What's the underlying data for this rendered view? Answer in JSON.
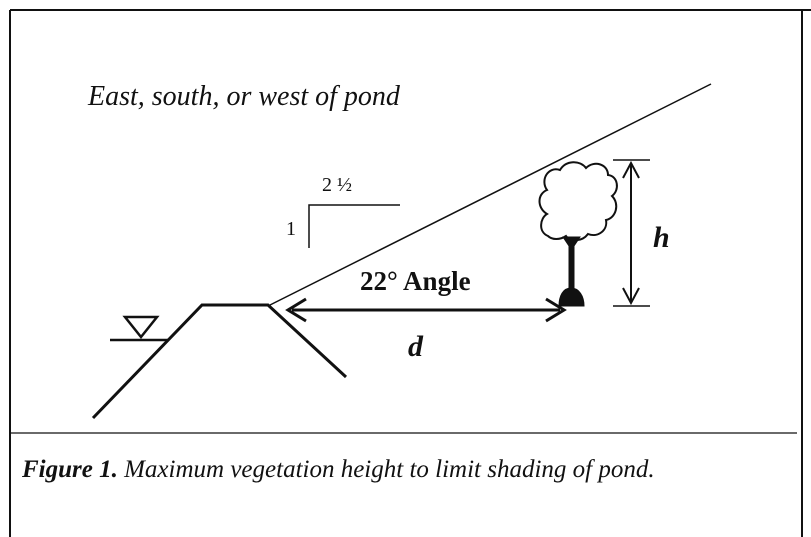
{
  "figure": {
    "location_note": "East, south, or west of pond",
    "slope_run": "2 ½",
    "slope_rise": "1",
    "angle_label": "22° Angle",
    "distance_label": "d",
    "height_label": "h",
    "caption_label": "Figure 1.",
    "caption_text": " Maximum vegetation height to limit shading of pond."
  },
  "colors": {
    "ink": "#111111",
    "background": "#ffffff"
  },
  "icons": {
    "water_level": "inverted-triangle-water-level-icon",
    "tree": "tree-icon"
  }
}
